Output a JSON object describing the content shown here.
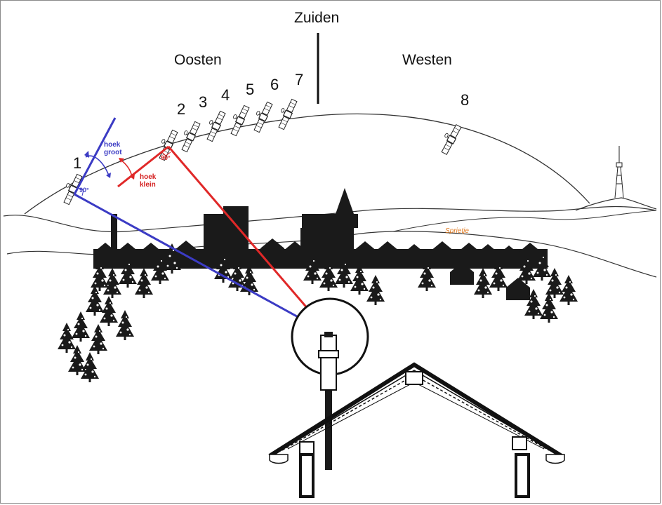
{
  "directions": {
    "south": "Zuiden",
    "east": "Oosten",
    "west": "Westen"
  },
  "satellites": [
    {
      "number": "1"
    },
    {
      "number": "2"
    },
    {
      "number": "3"
    },
    {
      "number": "4"
    },
    {
      "number": "5"
    },
    {
      "number": "6"
    },
    {
      "number": "7"
    },
    {
      "number": "8"
    }
  ],
  "angles": {
    "large_line1": "hoek",
    "large_line2": "groot",
    "small_line1": "hoek",
    "small_line2": "klein",
    "right_angle_blue": "90°",
    "right_angle_red": "90°"
  },
  "labels": {
    "antenna_name": "Sprietje"
  },
  "colors": {
    "blue_line": "#3b3bc4",
    "red_line": "#e02828",
    "silhouette": "#1a1a1a",
    "sprietje": "#e07a20"
  }
}
